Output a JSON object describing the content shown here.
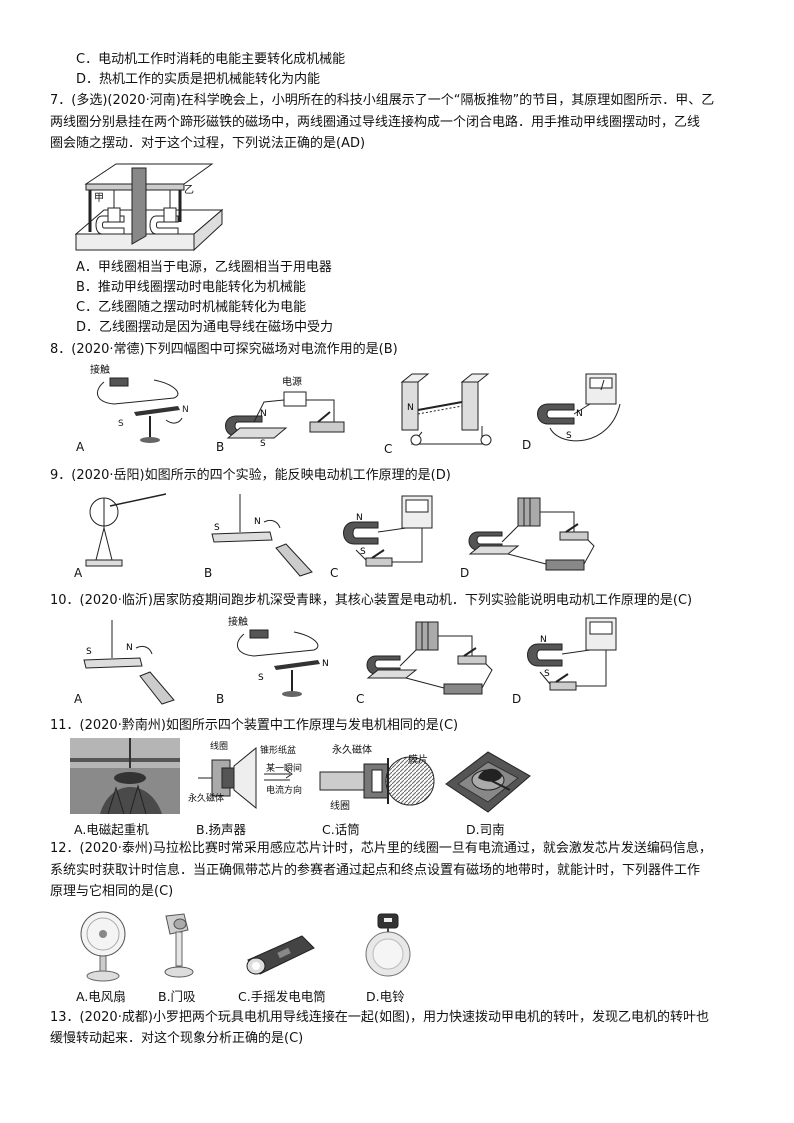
{
  "options_top": {
    "c": "C．电动机工作时消耗的电能主要转化成机械能",
    "d": "D．热机工作的实质是把机械能转化为内能"
  },
  "q7": {
    "line1": "7．(多选)(2020·河南)在科学晚会上，小明所在的科技小组展示了一个“隔板推物”的节目，其原理如图所示．甲、乙",
    "line2": "两线圈分别悬挂在两个蹄形磁铁的磁场中，两线圈通过导线连接构成一个闭合电路．用手推动甲线圈摆动时，乙线",
    "line3": "圈会随之摆动．对于这个过程，下列说法正确的是(AD)",
    "fig_jia": "甲",
    "fig_yi": "乙",
    "a": "A．甲线圈相当于电源，乙线圈相当于用电器",
    "b": "B．推动甲线圈摆动时电能转化为机械能",
    "c": "C．乙线圈随之摆动时机械能转化为电能",
    "d": "D．乙线圈摆动是因为通电导线在磁场中受力"
  },
  "q8": {
    "stem": "8．(2020·常德)下列四幅图中可探究磁场对电流作用的是(B)",
    "jiechu": "接触",
    "dianyuan": "电源",
    "labels": [
      "A",
      "B",
      "C",
      "D"
    ]
  },
  "q9": {
    "stem": "9．(2020·岳阳)如图所示的四个实验，能反映电动机工作原理的是(D)",
    "labels": [
      "A",
      "B",
      "C",
      "D"
    ]
  },
  "q10": {
    "stem": "10．(2020·临沂)居家防疫期间跑步机深受青睐，其核心装置是电动机．下列实验能说明电动机工作原理的是(C)",
    "jiechu": "接触",
    "labels": [
      "A",
      "B",
      "C",
      "D"
    ]
  },
  "q11": {
    "stem": "11．(2020·黔南州)如图所示四个装置中工作原理与发电机相同的是(C)",
    "captions": [
      "A.电磁起重机",
      "B.扬声器",
      "C.话筒",
      "D.司南"
    ],
    "spk_xianquan": "线圈",
    "spk_zhidai": "锥形纸盆",
    "spk_magnet": "永久磁体",
    "spk_current": "某一瞬间",
    "spk_current2": "电流方向",
    "mic_magnet": "永久磁体",
    "mic_film": "膜片",
    "mic_coil": "线圈"
  },
  "q12": {
    "line1": "12．(2020·泰州)马拉松比赛时常采用感应芯片计时，芯片里的线圈一旦有电流通过，就会激发芯片发送编码信息，",
    "line2": "系统实时获取计时信息．当正确佩带芯片的参赛者通过起点和终点设置有磁场的地带时，就能计时，下列器件工作",
    "line3": "原理与它相同的是(C)",
    "captions": [
      "A.电风扇",
      "B.门吸",
      "C.手摇发电电筒",
      "D.电铃"
    ]
  },
  "q13": {
    "line1": "13．(2020·成都)小罗把两个玩具电机用导线连接在一起(如图)，用力快速拨动甲电机的转叶，发现乙电机的转叶也",
    "line2": "缓慢转动起来．对这个现象分析正确的是(C)"
  }
}
